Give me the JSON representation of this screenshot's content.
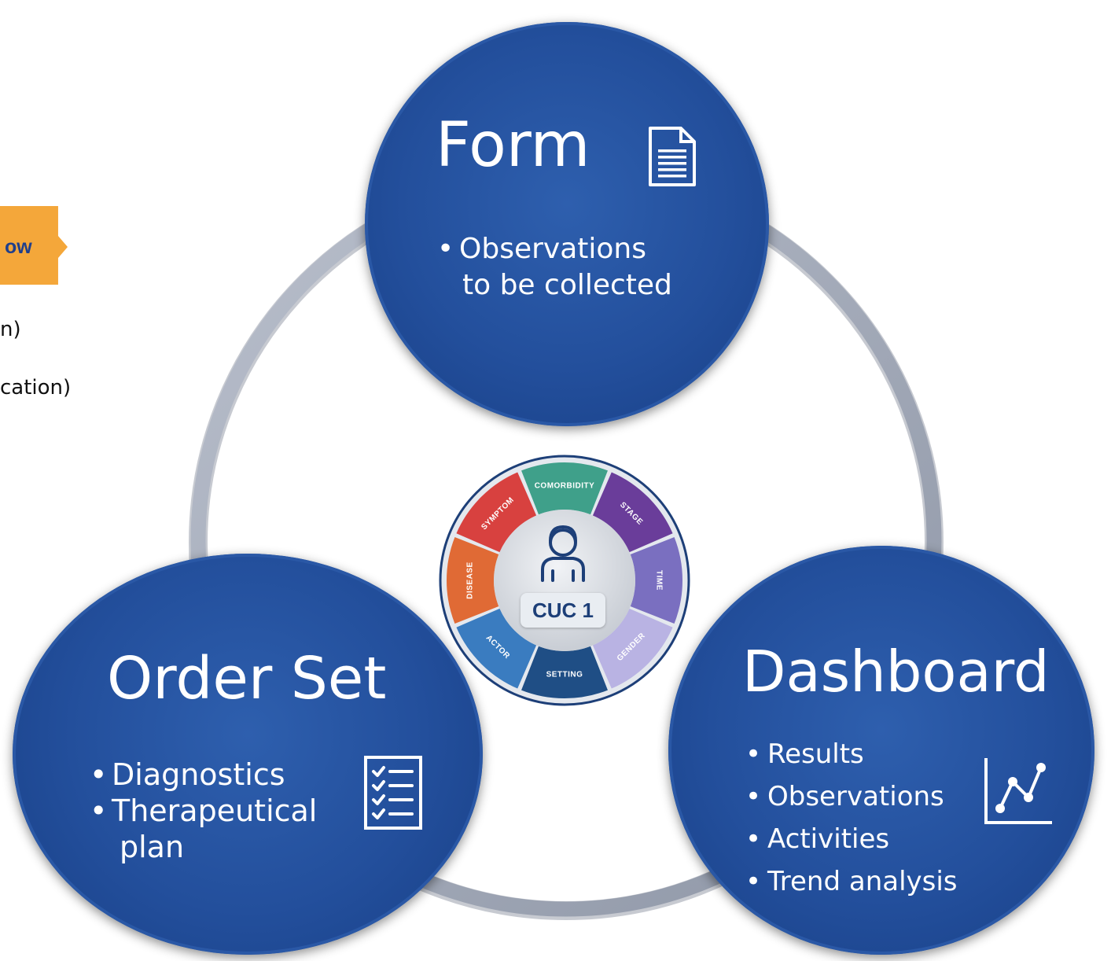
{
  "left_fragments": {
    "tag_text": "ow",
    "line1": "n)",
    "line2": "cation)"
  },
  "colors": {
    "node_blue": "#234f9c",
    "ring_gray": "#a3aab8",
    "orange_tag": "#f4a73a"
  },
  "nodes": {
    "form": {
      "title": "Form",
      "icon": "document-icon",
      "bullets": [
        "Observations",
        "to be collected"
      ]
    },
    "order_set": {
      "title": "Order Set",
      "icon": "checklist-icon",
      "bullets": [
        "Diagnostics",
        "Therapeutical",
        "plan"
      ]
    },
    "dashboard": {
      "title": "Dashboard",
      "icon": "line-chart-icon",
      "bullets": [
        "Results",
        "Observations",
        "Activities",
        "Trend analysis"
      ]
    }
  },
  "center": {
    "badge": "CUC 1",
    "icon": "person-icon",
    "segments": [
      "COMORBIDITY",
      "STAGE",
      "TIME",
      "GENDER",
      "SETTING",
      "ACTOR",
      "DISEASE",
      "SYMPTOM"
    ]
  }
}
